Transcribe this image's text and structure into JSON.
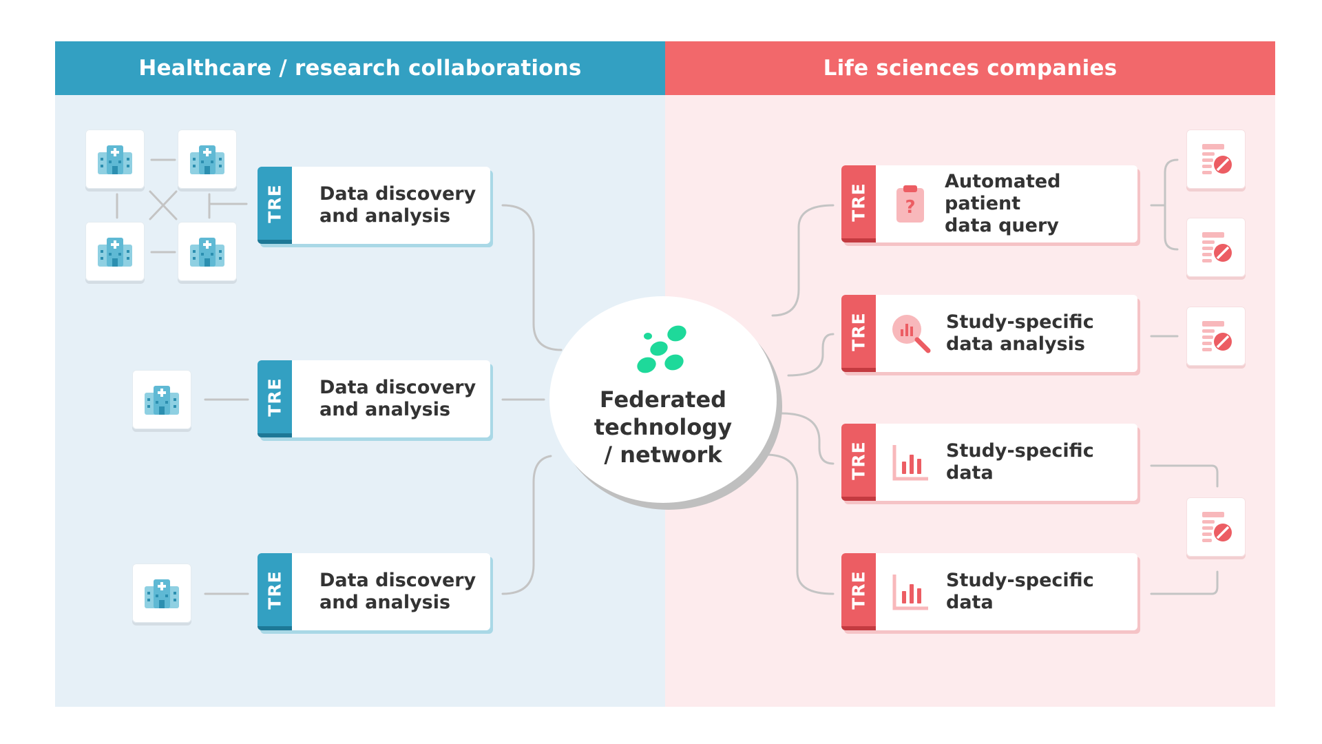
{
  "left_panel": {
    "title": "Healthcare / research collaborations",
    "color": "#33a0c2",
    "cards": [
      {
        "tag": "TRE",
        "line1": "Data discovery",
        "line2": "and analysis"
      },
      {
        "tag": "TRE",
        "line1": "Data discovery",
        "line2": "and analysis"
      },
      {
        "tag": "TRE",
        "line1": "Data discovery",
        "line2": "and analysis"
      }
    ],
    "hospital_icon": "hospital-icon"
  },
  "right_panel": {
    "title": "Life sciences companies",
    "color": "#f2686b",
    "cards": [
      {
        "tag": "TRE",
        "line1": "Automated patient",
        "line2": "data query",
        "icon": "clipboard-question-icon"
      },
      {
        "tag": "TRE",
        "line1": "Study-specific",
        "line2": "data analysis",
        "icon": "magnify-chart-icon"
      },
      {
        "tag": "TRE",
        "line1": "Study-specific",
        "line2": "data",
        "icon": "bar-chart-icon"
      },
      {
        "tag": "TRE",
        "line1": "Study-specific",
        "line2": "data",
        "icon": "bar-chart-icon"
      }
    ],
    "drug_icon": "pill-document-icon"
  },
  "hub": {
    "line1": "Federated",
    "line2": "technology",
    "line3": "/ network",
    "logo_color": "#1ed99a"
  }
}
